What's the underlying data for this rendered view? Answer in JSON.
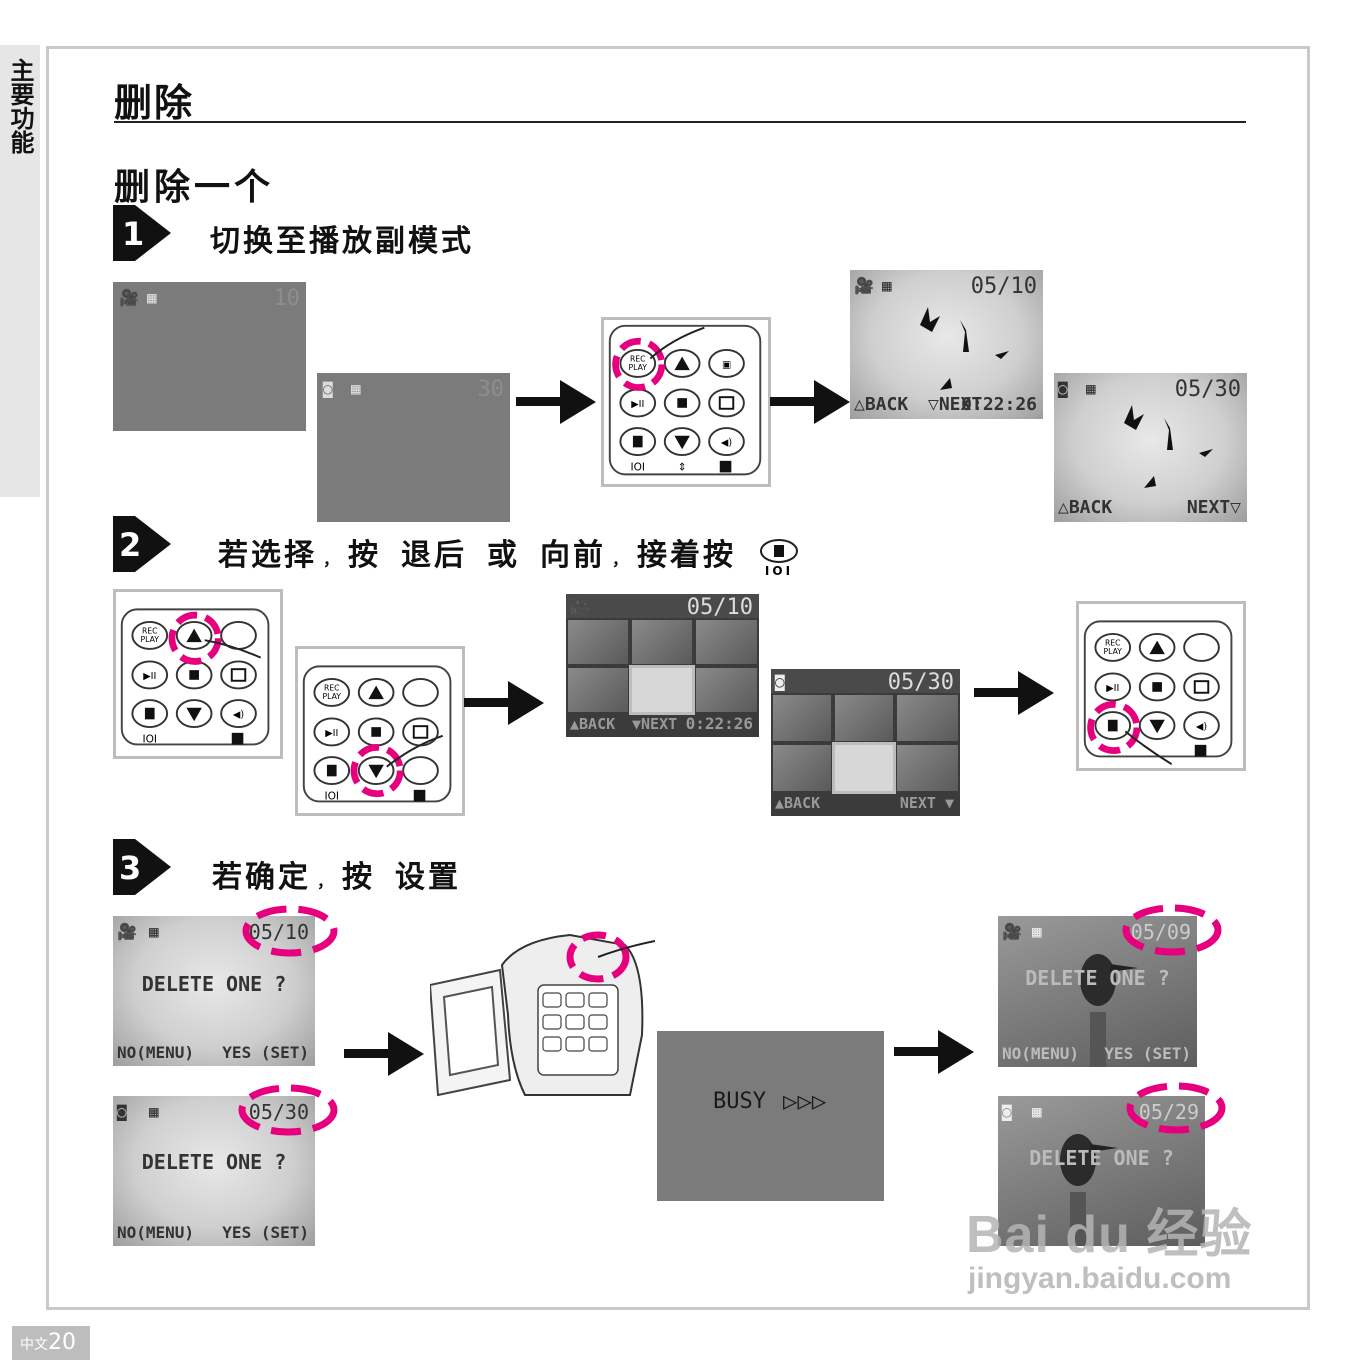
{
  "side_tab": {
    "label": "主要功能"
  },
  "page": {
    "badge_prefix": "中文",
    "badge_number": "20"
  },
  "title": "删除",
  "subtitle": "删除一个",
  "steps": {
    "one": {
      "number": "1",
      "text": "切换至播放副模式"
    },
    "two": {
      "number": "2",
      "t1": "若选择",
      "t2": "按",
      "t3": "退后",
      "t4": "或",
      "t5": "向前",
      "t6": "接着按",
      "sep": "，"
    },
    "three": {
      "number": "3",
      "t1": "若确定",
      "t2": "按",
      "t3": "设置",
      "sep": "，"
    }
  },
  "icons": {
    "video": "video-camera-icon",
    "photo": "camera-icon",
    "grid": "thumbnail-grid-icon",
    "trash": "trash-icon",
    "hand": "pointing-hand-icon"
  },
  "row1": {
    "video_blank": {
      "count": "10"
    },
    "photo_blank": {
      "count": "30"
    },
    "video_play": {
      "count": "05/10",
      "back": "△BACK",
      "next": "▽NEXT",
      "time": "0:22:26"
    },
    "photo_play": {
      "count": "05/30",
      "back": "△BACK",
      "next": "NEXT▽"
    }
  },
  "keypad": {
    "rec": "REC",
    "play": "PLAY"
  },
  "row2": {
    "video_thumbs": {
      "count": "05/10",
      "back": "▲BACK",
      "next": "▼NEXT",
      "time": "0:22:26"
    },
    "photo_thumbs": {
      "count": "05/30",
      "back": "▲BACK",
      "next": "NEXT ▼"
    }
  },
  "row3": {
    "confirm_video": {
      "count": "05/10",
      "prompt": "DELETE ONE ?",
      "no": "NO(MENU)",
      "yes": "YES (SET)"
    },
    "confirm_photo": {
      "count": "05/30",
      "prompt": "DELETE ONE ?",
      "no": "NO(MENU)",
      "yes": "YES (SET)"
    },
    "busy": {
      "text": "BUSY",
      "arrows": "▷▷▷"
    },
    "result_video": {
      "count": "05/09",
      "prompt": "DELETE ONE ?",
      "no": "NO(MENU)",
      "yes": "YES (SET)"
    },
    "result_photo": {
      "count": "05/29",
      "prompt": "DELETE ONE ?"
    }
  },
  "watermark": {
    "brand": "Bai  du 经验",
    "url": "jingyan.baidu.com"
  },
  "colors": {
    "accent": "#e6007e",
    "lcd_gray": "#7b7b7b",
    "frame": "#c9c9c9"
  }
}
